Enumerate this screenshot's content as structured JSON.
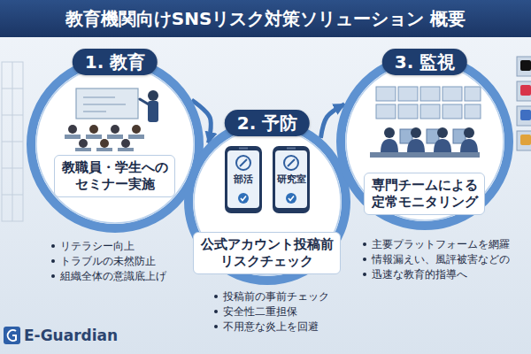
{
  "diagram": {
    "title": "教育機関向けSNSリスク対策ソリューション 概要",
    "nodes": [
      {
        "text": [
          "1. 教育"
        ]
      },
      {
        "text": [
          "教職員・学生へのセミナー実施"
        ],
        "in": 0
      },
      {
        "text": [
          "2. 予防"
        ]
      },
      {
        "text": [
          "部活"
        ],
        "in": 2
      },
      {
        "text": [
          "研究室"
        ],
        "in": 2
      },
      {
        "text": [
          "公式アカウント投稿前リスクチェック"
        ],
        "in": 2
      },
      {
        "text": [
          "3. 監視"
        ]
      },
      {
        "text": [
          "専門チームによる定常モニタリング"
        ],
        "in": 6
      }
    ],
    "edges": [
      {
        "from": 0,
        "to": 2,
        "arrow": "to"
      },
      {
        "from": 2,
        "to": 6,
        "arrow": "to"
      }
    ],
    "labels": [
      "リテラシー向上",
      "トラブルの未然防止",
      "組織全体の意識底上げ",
      "投稿前の事前チェック",
      "安全性二重担保",
      "不用意な炎上を回避",
      "主要プラットフォームを網羅",
      "情報漏えい、風評被害などの",
      "迅速な教育的指導へ",
      "E-Guardian"
    ]
  }
}
